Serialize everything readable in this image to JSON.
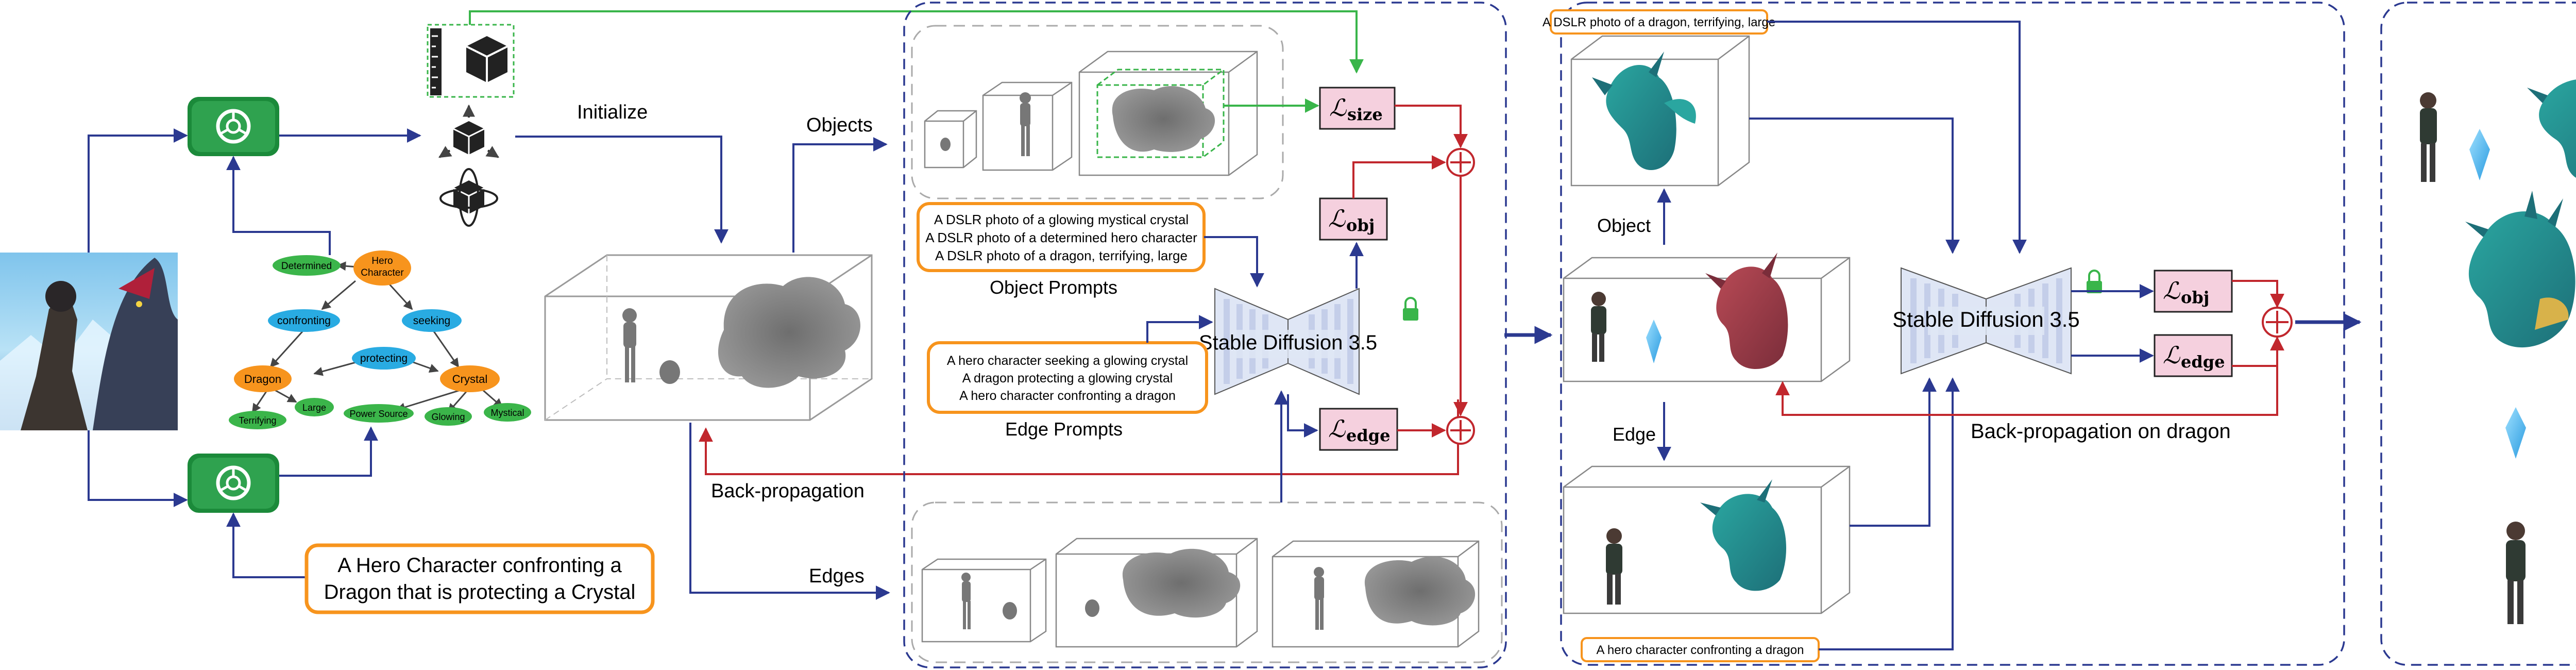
{
  "input_prompt": {
    "line1": "A Hero Character confronting a",
    "line2": "Dragon that is protecting a Crystal"
  },
  "scene_graph": {
    "nodes": {
      "hero": "Hero Character",
      "hero_line1": "Hero",
      "hero_line2": "Character",
      "determined": "Determined",
      "confronting": "confronting",
      "seeking": "seeking",
      "protecting": "protecting",
      "dragon": "Dragon",
      "crystal": "Crystal",
      "large": "Large",
      "terrifying": "Terrifying",
      "power_source": "Power Source",
      "glowing": "Glowing",
      "mystical": "Mystical"
    }
  },
  "labels": {
    "initialize": "Initialize",
    "objects": "Objects",
    "edges": "Edges",
    "back_propagation": "Back-propagation",
    "object_prompts_title": "Object Prompts",
    "edge_prompts_title": "Edge Prompts",
    "stable_diffusion_1": "Stable Diffusion 3.5",
    "stable_diffusion_2": "Stable Diffusion 3.5",
    "object_label": "Object",
    "edge_label": "Edge",
    "back_propagation_dragon": "Back-propagation on dragon",
    "dragon_prompt": "A DSLR photo of a dragon, terrifying, large",
    "hero_dragon_prompt": "A hero character confronting a dragon"
  },
  "losses": {
    "size": "size",
    "obj": "obj",
    "edge": "edge",
    "obj2": "obj",
    "edge2": "edge",
    "symbol": "ℒ"
  },
  "object_prompts": [
    "A DSLR photo of a glowing mystical crystal",
    "A DSLR photo of a determined hero character",
    "A DSLR photo of a dragon, terrifying, large"
  ],
  "edge_prompts": [
    "A hero character seeking a glowing crystal",
    "A dragon protecting a glowing crystal",
    "A hero character confronting a dragon"
  ],
  "colors": {
    "blue_arrow": "#2b3990",
    "red_arrow": "#c1272d",
    "green_arrow": "#39b54a",
    "orange": "#f7941d",
    "cyan": "#29abe2",
    "green_node": "#3bb54a",
    "loss_fill": "#f5d0de",
    "sd_fill": "#dfe6f5",
    "panel_border": "#2b3990"
  },
  "icons": [
    "chatgpt-icon",
    "ruler-cube-icon",
    "translate-icon",
    "rotate-icon",
    "lock-icon"
  ]
}
